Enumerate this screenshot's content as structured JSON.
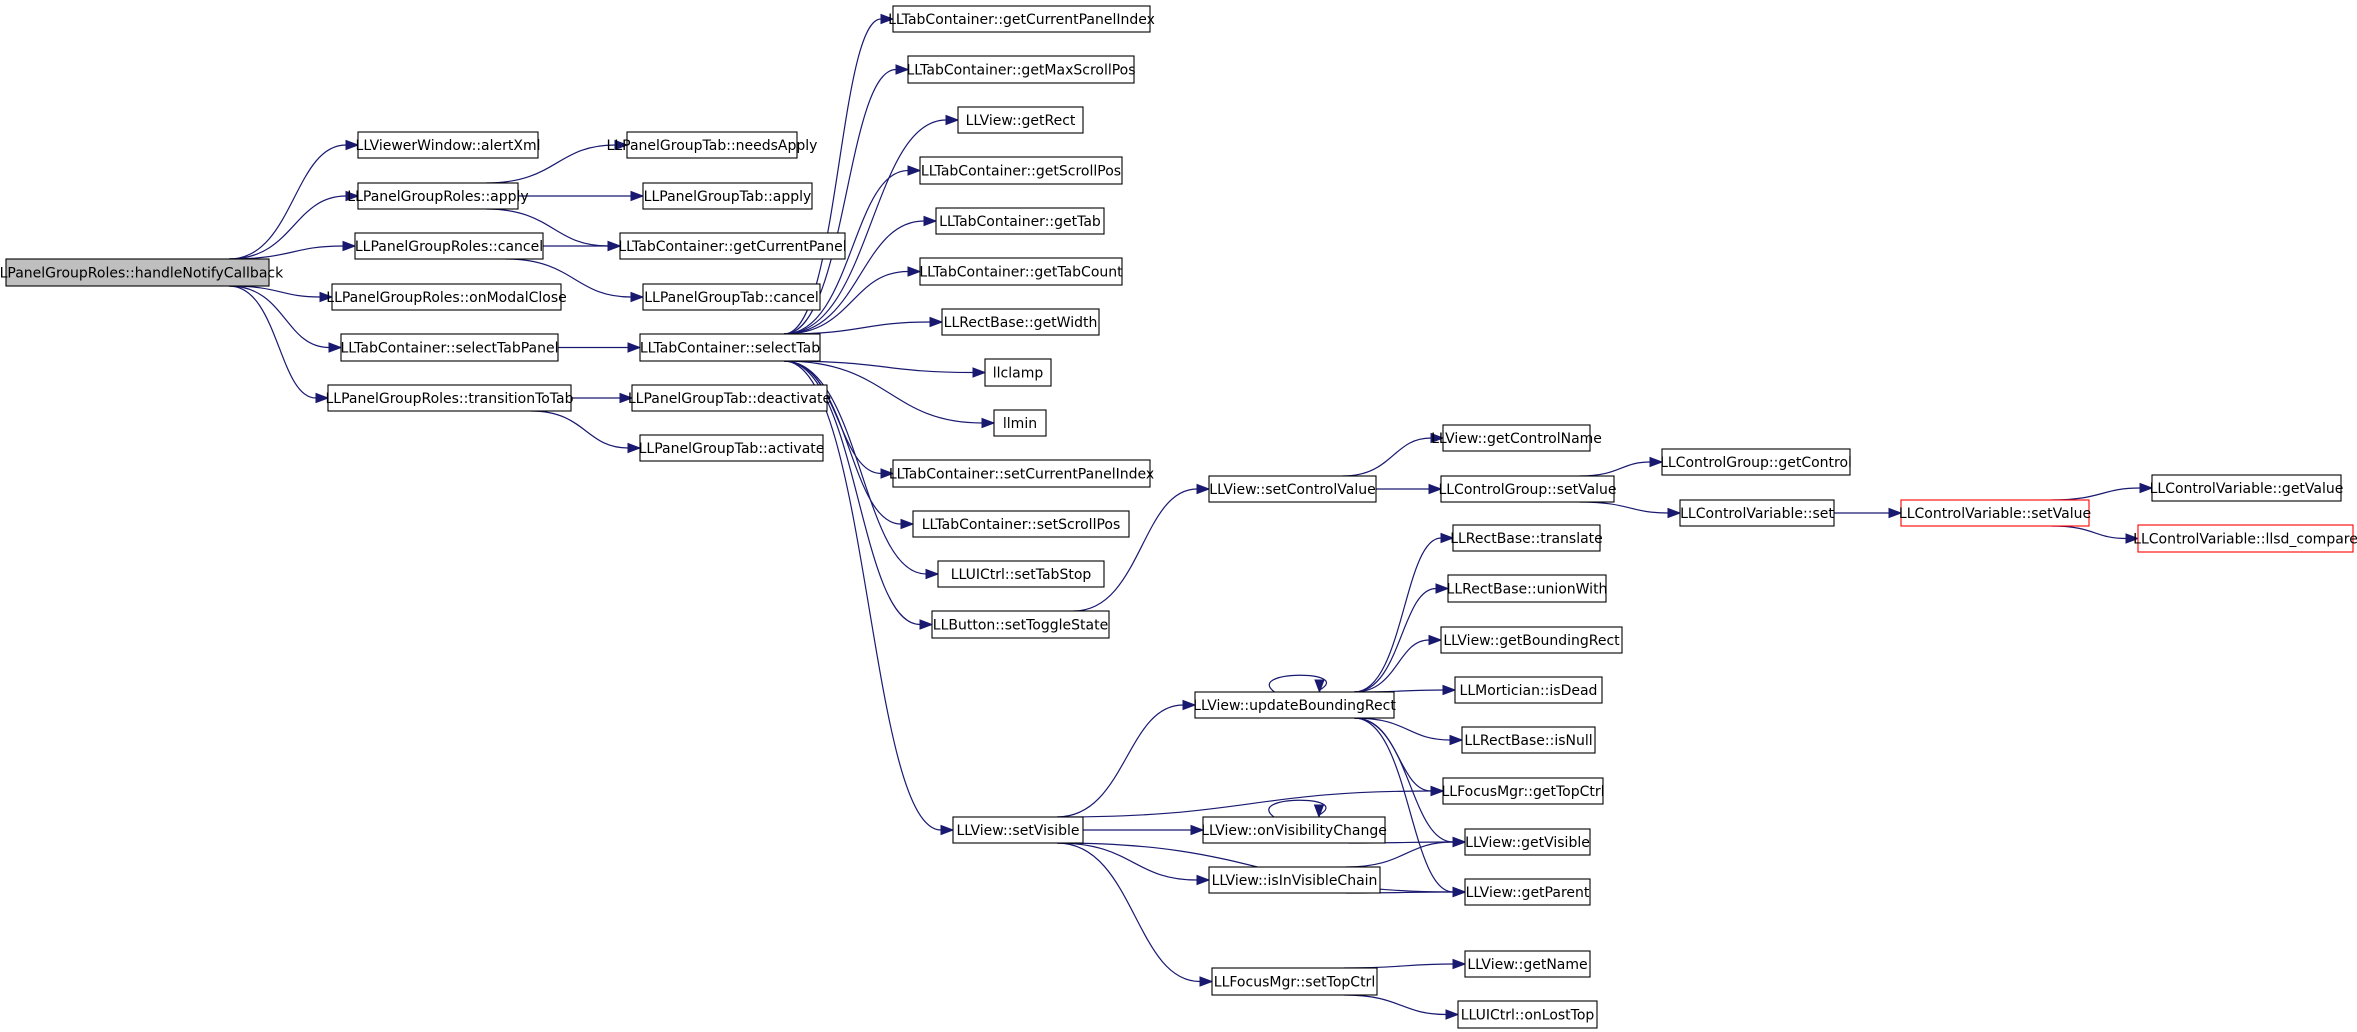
{
  "colors": {
    "edge": "#191970",
    "node_border": "#000000",
    "truncated_border": "#ff0000",
    "root_fill": "#bfbfbf",
    "background": "#ffffff"
  },
  "nodes": [
    {
      "id": "root",
      "label": "LLPanelGroupRoles::handleNotifyCallback",
      "kind": "root"
    },
    {
      "id": "alertXml",
      "label": "LLViewerWindow::alertXml"
    },
    {
      "id": "roles_apply",
      "label": "LLPanelGroupRoles::apply"
    },
    {
      "id": "roles_cancel",
      "label": "LLPanelGroupRoles::cancel"
    },
    {
      "id": "onModalClose",
      "label": "LLPanelGroupRoles::onModalClose"
    },
    {
      "id": "selectTabPanel",
      "label": "LLTabContainer::selectTabPanel"
    },
    {
      "id": "transitionToTab",
      "label": "LLPanelGroupRoles::transitionToTab"
    },
    {
      "id": "needsApply",
      "label": "LLPanelGroupTab::needsApply"
    },
    {
      "id": "tab_apply",
      "label": "LLPanelGroupTab::apply"
    },
    {
      "id": "getCurrentPanel",
      "label": "LLTabContainer::getCurrentPanel"
    },
    {
      "id": "tab_cancel",
      "label": "LLPanelGroupTab::cancel"
    },
    {
      "id": "selectTab",
      "label": "LLTabContainer::selectTab"
    },
    {
      "id": "deactivate",
      "label": "LLPanelGroupTab::deactivate"
    },
    {
      "id": "activate",
      "label": "LLPanelGroupTab::activate"
    },
    {
      "id": "getCurrentPanelIndex",
      "label": "LLTabContainer::getCurrentPanelIndex"
    },
    {
      "id": "getMaxScrollPos",
      "label": "LLTabContainer::getMaxScrollPos"
    },
    {
      "id": "getRect",
      "label": "LLView::getRect"
    },
    {
      "id": "getScrollPos",
      "label": "LLTabContainer::getScrollPos"
    },
    {
      "id": "getTab",
      "label": "LLTabContainer::getTab"
    },
    {
      "id": "getTabCount",
      "label": "LLTabContainer::getTabCount"
    },
    {
      "id": "getWidth",
      "label": "LLRectBase::getWidth"
    },
    {
      "id": "llclamp",
      "label": "llclamp"
    },
    {
      "id": "llmin",
      "label": "llmin"
    },
    {
      "id": "setCurrentPanelIndex",
      "label": "LLTabContainer::setCurrentPanelIndex"
    },
    {
      "id": "setScrollPos",
      "label": "LLTabContainer::setScrollPos"
    },
    {
      "id": "setTabStop",
      "label": "LLUICtrl::setTabStop"
    },
    {
      "id": "setToggleState",
      "label": "LLButton::setToggleState"
    },
    {
      "id": "setVisible",
      "label": "LLView::setVisible"
    },
    {
      "id": "setControlValue",
      "label": "LLView::setControlValue"
    },
    {
      "id": "getControlName",
      "label": "LLView::getControlName"
    },
    {
      "id": "cg_setValue",
      "label": "LLControlGroup::setValue"
    },
    {
      "id": "getControl",
      "label": "LLControlGroup::getControl"
    },
    {
      "id": "cv_set",
      "label": "LLControlVariable::set"
    },
    {
      "id": "cv_setValue",
      "label": "LLControlVariable::setValue",
      "kind": "truncated"
    },
    {
      "id": "cv_getValue",
      "label": "LLControlVariable::getValue"
    },
    {
      "id": "llsd_compare",
      "label": "LLControlVariable::llsd_compare",
      "kind": "truncated"
    },
    {
      "id": "translate",
      "label": "LLRectBase::translate"
    },
    {
      "id": "unionWith",
      "label": "LLRectBase::unionWith"
    },
    {
      "id": "getBoundingRect",
      "label": "LLView::getBoundingRect"
    },
    {
      "id": "isDead",
      "label": "LLMortician::isDead"
    },
    {
      "id": "isNull",
      "label": "LLRectBase::isNull"
    },
    {
      "id": "getTopCtrl",
      "label": "LLFocusMgr::getTopCtrl"
    },
    {
      "id": "getVisible",
      "label": "LLView::getVisible"
    },
    {
      "id": "getParent",
      "label": "LLView::getParent"
    },
    {
      "id": "updateBoundingRect",
      "label": "LLView::updateBoundingRect"
    },
    {
      "id": "onVisibilityChange",
      "label": "LLView::onVisibilityChange"
    },
    {
      "id": "isInVisibleChain",
      "label": "LLView::isInVisibleChain"
    },
    {
      "id": "setTopCtrl",
      "label": "LLFocusMgr::setTopCtrl"
    },
    {
      "id": "getName",
      "label": "LLView::getName"
    },
    {
      "id": "onLostTop",
      "label": "LLUICtrl::onLostTop"
    }
  ],
  "edges": [
    [
      "root",
      "alertXml"
    ],
    [
      "root",
      "roles_apply"
    ],
    [
      "root",
      "roles_cancel"
    ],
    [
      "root",
      "onModalClose"
    ],
    [
      "root",
      "selectTabPanel"
    ],
    [
      "root",
      "transitionToTab"
    ],
    [
      "roles_apply",
      "needsApply"
    ],
    [
      "roles_apply",
      "tab_apply"
    ],
    [
      "roles_apply",
      "getCurrentPanel"
    ],
    [
      "roles_cancel",
      "getCurrentPanel"
    ],
    [
      "roles_cancel",
      "tab_cancel"
    ],
    [
      "selectTabPanel",
      "selectTab"
    ],
    [
      "transitionToTab",
      "deactivate"
    ],
    [
      "transitionToTab",
      "activate"
    ],
    [
      "selectTab",
      "getCurrentPanelIndex"
    ],
    [
      "selectTab",
      "getMaxScrollPos"
    ],
    [
      "selectTab",
      "getRect"
    ],
    [
      "selectTab",
      "getScrollPos"
    ],
    [
      "selectTab",
      "getTab"
    ],
    [
      "selectTab",
      "getTabCount"
    ],
    [
      "selectTab",
      "getWidth"
    ],
    [
      "selectTab",
      "llclamp"
    ],
    [
      "selectTab",
      "llmin"
    ],
    [
      "selectTab",
      "setCurrentPanelIndex"
    ],
    [
      "selectTab",
      "setScrollPos"
    ],
    [
      "selectTab",
      "setTabStop"
    ],
    [
      "selectTab",
      "setToggleState"
    ],
    [
      "selectTab",
      "setVisible"
    ],
    [
      "setToggleState",
      "setControlValue"
    ],
    [
      "setControlValue",
      "getControlName"
    ],
    [
      "setControlValue",
      "cg_setValue"
    ],
    [
      "cg_setValue",
      "getControl"
    ],
    [
      "cg_setValue",
      "cv_set"
    ],
    [
      "cv_set",
      "cv_setValue"
    ],
    [
      "cv_setValue",
      "cv_getValue"
    ],
    [
      "cv_setValue",
      "llsd_compare"
    ],
    [
      "setVisible",
      "updateBoundingRect"
    ],
    [
      "setVisible",
      "getTopCtrl"
    ],
    [
      "setVisible",
      "onVisibilityChange"
    ],
    [
      "setVisible",
      "isInVisibleChain"
    ],
    [
      "setVisible",
      "getParent"
    ],
    [
      "setVisible",
      "setTopCtrl"
    ],
    [
      "updateBoundingRect",
      "updateBoundingRect"
    ],
    [
      "updateBoundingRect",
      "translate"
    ],
    [
      "updateBoundingRect",
      "unionWith"
    ],
    [
      "updateBoundingRect",
      "getBoundingRect"
    ],
    [
      "updateBoundingRect",
      "isDead"
    ],
    [
      "updateBoundingRect",
      "isNull"
    ],
    [
      "updateBoundingRect",
      "getTopCtrl"
    ],
    [
      "updateBoundingRect",
      "getVisible"
    ],
    [
      "updateBoundingRect",
      "getParent"
    ],
    [
      "onVisibilityChange",
      "onVisibilityChange"
    ],
    [
      "onVisibilityChange",
      "getVisible"
    ],
    [
      "isInVisibleChain",
      "getVisible"
    ],
    [
      "isInVisibleChain",
      "getParent"
    ],
    [
      "setTopCtrl",
      "getName"
    ],
    [
      "setTopCtrl",
      "onLostTop"
    ]
  ]
}
